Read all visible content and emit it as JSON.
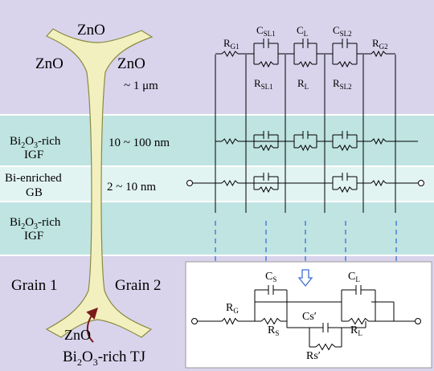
{
  "grains": {
    "top": "ZnO",
    "left": "ZnO",
    "right": "ZnO",
    "bottom": "ZnO",
    "grain1": "Grain 1",
    "grain2": "Grain 2",
    "grain_size": "~ 1 μm"
  },
  "zones": {
    "igf_top": {
      "label_pre": "Bi",
      "label_sub": "2",
      "label_mid": "O",
      "label_sub2": "3",
      "label_post": "-rich",
      "label_line2": "IGF",
      "thickness": "10 ~ 100 nm"
    },
    "gb": {
      "label_line1": "Bi-enriched",
      "label_line2": "GB",
      "thickness": "2 ~ 10 nm"
    },
    "igf_bottom": {
      "label_pre": "Bi",
      "label_sub": "2",
      "label_mid": "O",
      "label_sub2": "3",
      "label_post": "-rich",
      "label_line2": "IGF"
    }
  },
  "tj_label": {
    "pre": "Bi",
    "sub": "2",
    "mid": "O",
    "sub2": "3",
    "post": "-rich TJ"
  },
  "top_circuit": {
    "rg1": {
      "base": "R",
      "sub": "G1"
    },
    "csl1": {
      "base": "C",
      "sub": "SL1"
    },
    "cl": {
      "base": "C",
      "sub": "L"
    },
    "csl2": {
      "base": "C",
      "sub": "SL2"
    },
    "rg2": {
      "base": "R",
      "sub": "G2"
    },
    "rsl1": {
      "base": "R",
      "sub": "SL1"
    },
    "rl": {
      "base": "R",
      "sub": "L"
    },
    "rsl2": {
      "base": "R",
      "sub": "SL2"
    }
  },
  "equiv_circuit": {
    "cs": {
      "base": "C",
      "sub": "S"
    },
    "cl": {
      "base": "C",
      "sub": "L"
    },
    "rg": {
      "base": "R",
      "sub": "G"
    },
    "rs": {
      "base": "R",
      "sub": "S"
    },
    "rl": {
      "base": "R",
      "sub": "L"
    },
    "cs_prime": "Cs′",
    "rs_prime": "Rs′"
  },
  "colors": {
    "grain_bg": "#d9d4ec",
    "igf_bg": "#bfe4e2",
    "gb_bg": "#e2f4f2",
    "boundary_fill": "#f3f0bf",
    "boundary_stroke": "#8a8a40",
    "arrow": "#7a1a1a",
    "dash": "#3b6fd6"
  }
}
